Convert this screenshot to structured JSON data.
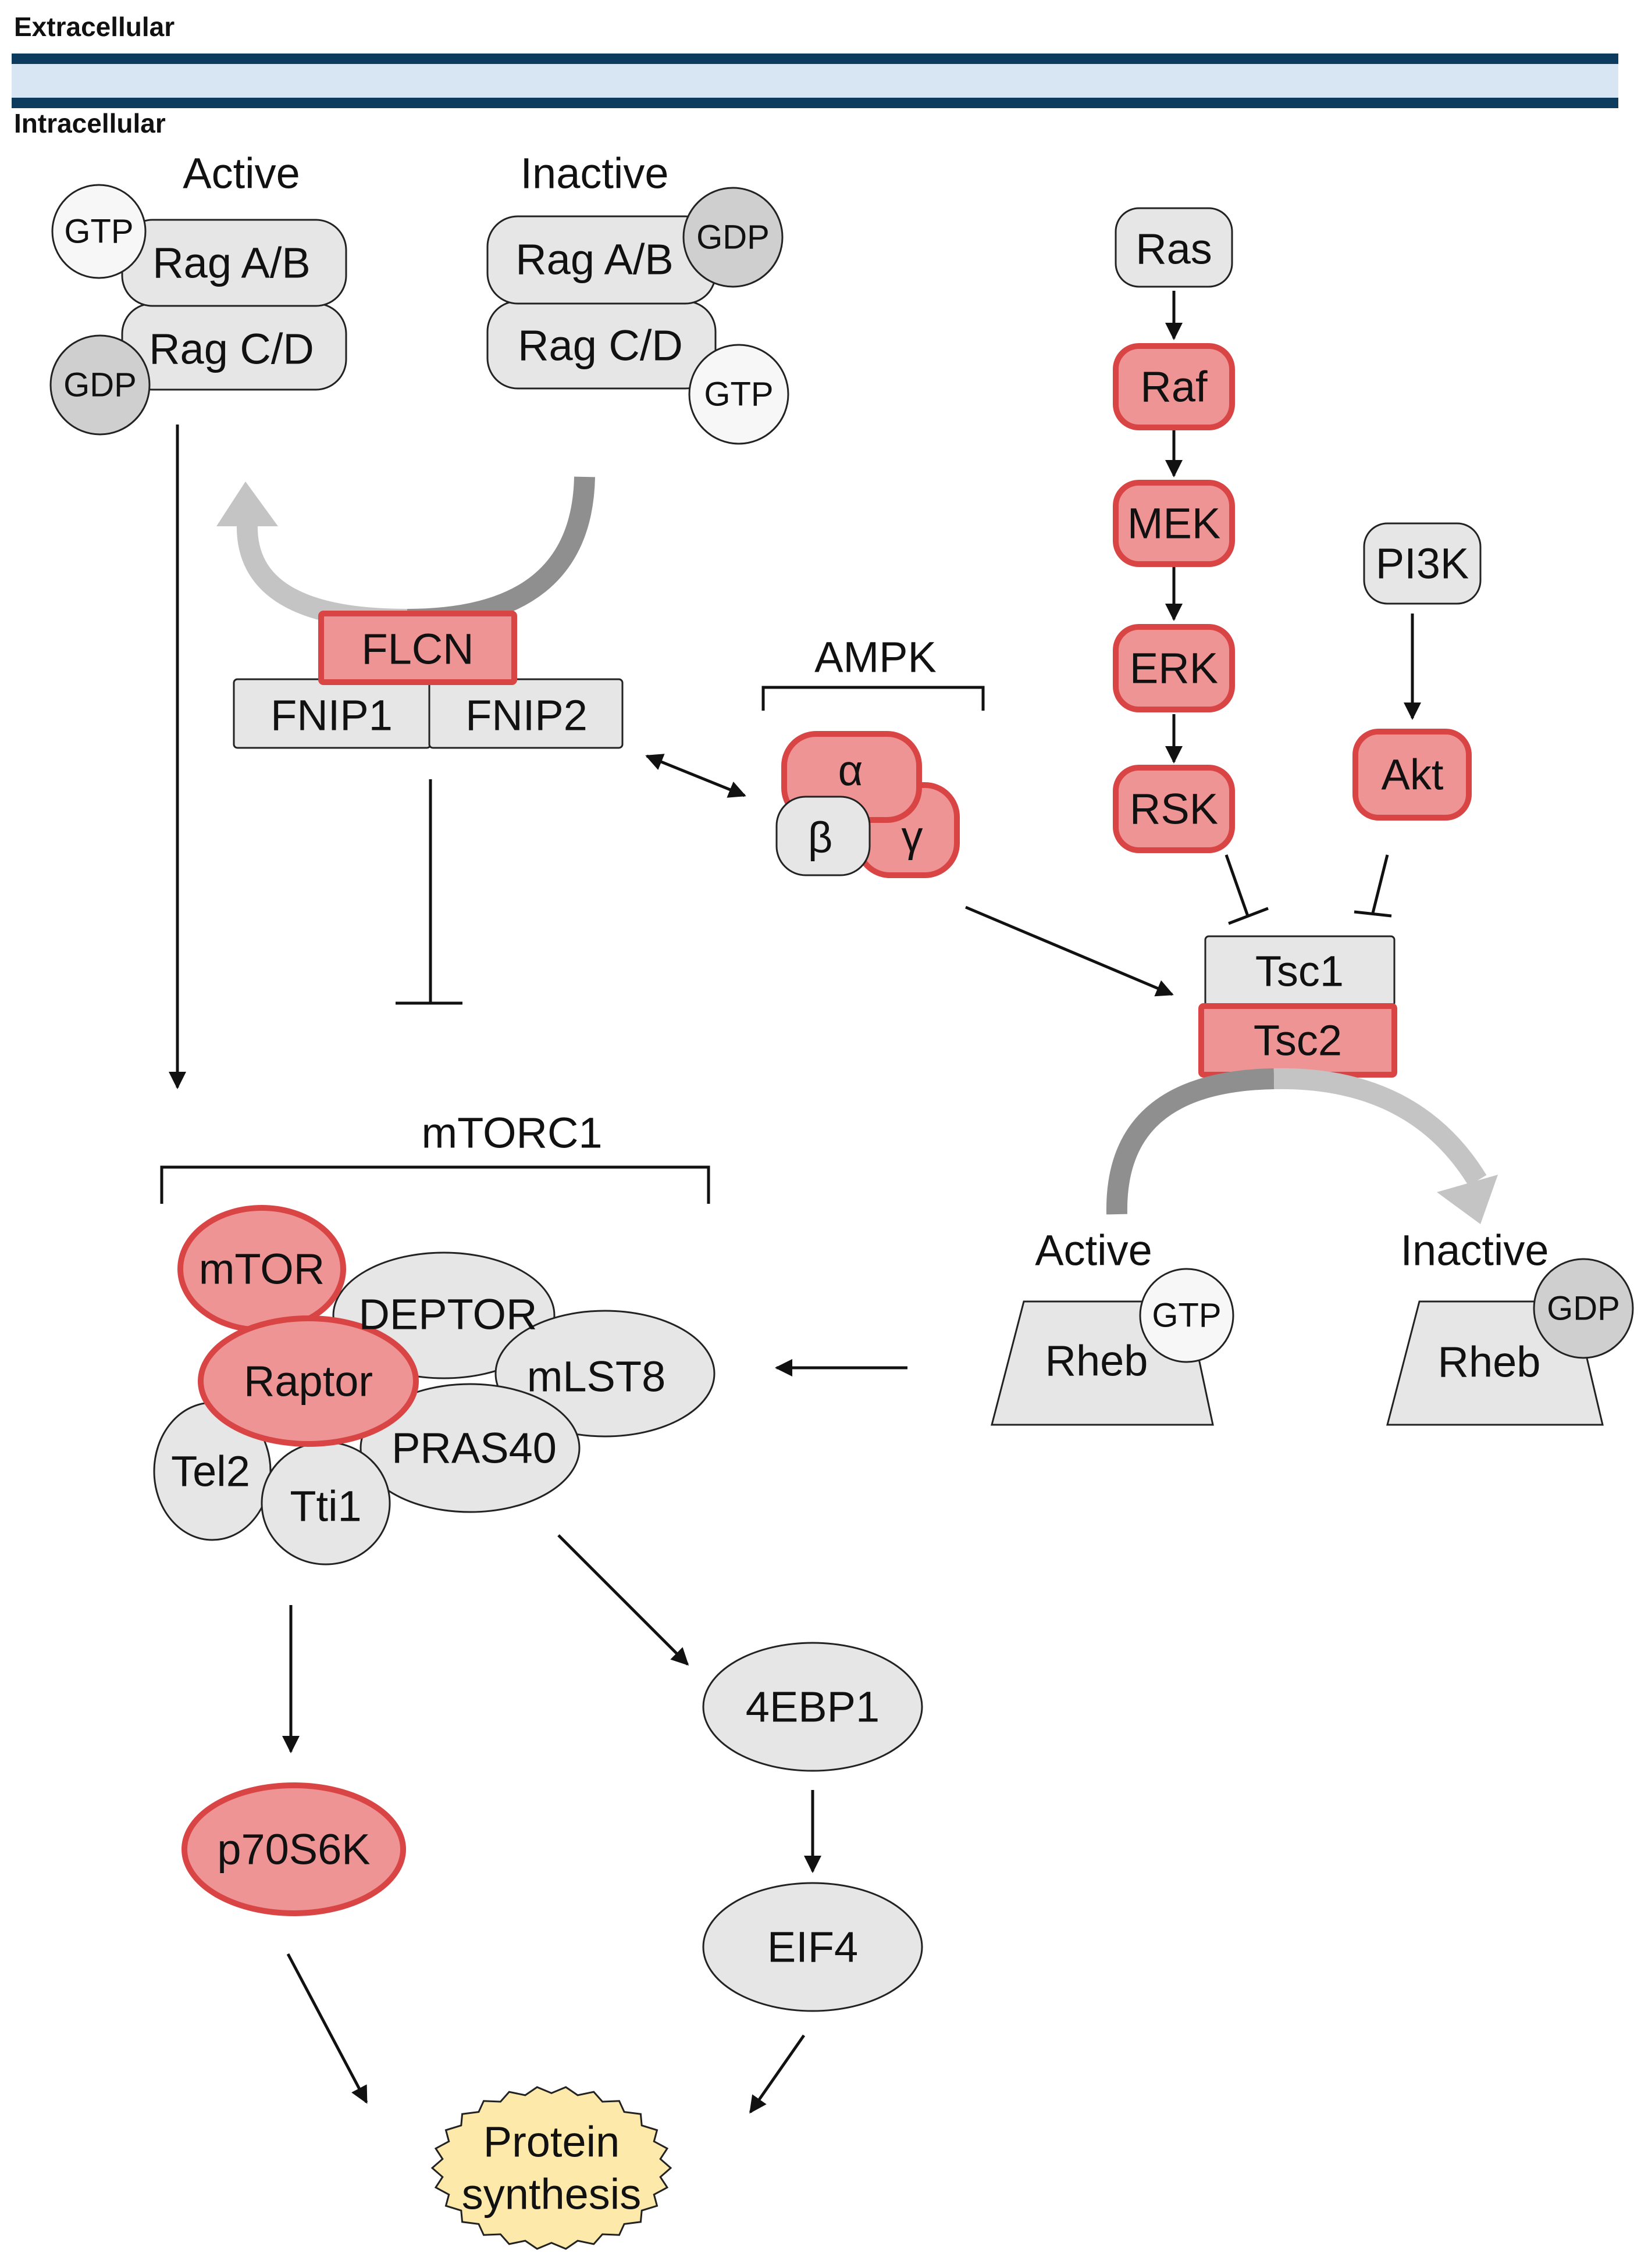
{
  "regions": {
    "extracellular": "Extracellular",
    "intracellular": "Intracellular"
  },
  "rag": {
    "active_title": "Active",
    "inactive_title": "Inactive",
    "ab": "Rag A/B",
    "cd": "Rag C/D",
    "gtp": "GTP",
    "gdp": "GDP"
  },
  "flcn": {
    "flcn": "FLCN",
    "fnip1": "FNIP1",
    "fnip2": "FNIP2"
  },
  "ampk": {
    "title": "AMPK",
    "alpha": "α",
    "beta": "β",
    "gamma": "γ"
  },
  "mapk": {
    "ras": "Ras",
    "raf": "Raf",
    "mek": "MEK",
    "erk": "ERK",
    "rsk": "RSK"
  },
  "pi3k": {
    "pi3k": "PI3K",
    "akt": "Akt"
  },
  "tsc": {
    "tsc1": "Tsc1",
    "tsc2": "Tsc2"
  },
  "rheb": {
    "active_title": "Active",
    "inactive_title": "Inactive",
    "rheb": "Rheb",
    "gtp": "GTP",
    "gdp": "GDP"
  },
  "mtorc1": {
    "title": "mTORC1",
    "mtor": "mTOR",
    "deptor": "DEPTOR",
    "raptor": "Raptor",
    "mlst8": "mLST8",
    "pras40": "PRAS40",
    "tel2": "Tel2",
    "tti1": "Tti1"
  },
  "downstream": {
    "p70s6k": "p70S6K",
    "ebp1": "4EBP1",
    "eif4": "EIF4",
    "protein_line1": "Protein",
    "protein_line2": "synthesis"
  },
  "colors": {
    "membrane_dark": "#0d3b5e",
    "membrane_light": "#d7e6f2",
    "highlight_fill": "#ef9494",
    "highlight_stroke": "#d94545",
    "node_gray": "#e6e6e6",
    "protein_synthesis": "#fde9a9"
  }
}
